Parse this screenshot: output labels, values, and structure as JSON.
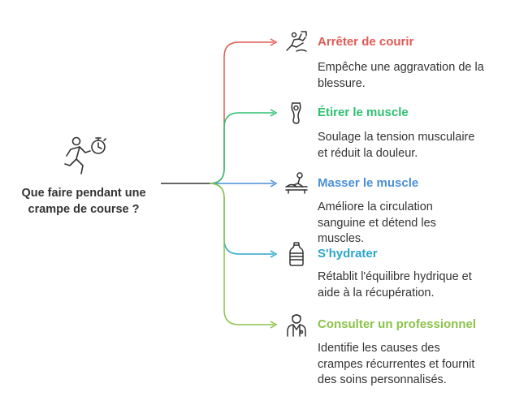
{
  "center": {
    "label_line1": "Que faire pendant une",
    "label_line2": "crampe de course ?",
    "icon": "runner-stopwatch-icon"
  },
  "items": [
    {
      "title": "Arrêter de courir",
      "desc_lines": [
        "Empêche une aggravation de la",
        "blessure."
      ],
      "color": "#E05A56",
      "icon": "stop-running-icon"
    },
    {
      "title": "Étirer le muscle",
      "desc_lines": [
        "Soulage la tension musculaire",
        "et réduit la douleur."
      ],
      "color": "#2FBF71",
      "icon": "stretch-muscle-icon"
    },
    {
      "title": "Masser le muscle",
      "desc_lines": [
        "Améliore la circulation",
        "sanguine et détend les",
        "muscles."
      ],
      "color": "#4A8FD6",
      "icon": "massage-icon"
    },
    {
      "title": "S'hydrater",
      "desc_lines": [
        "Rétablit l'équilibre hydrique et",
        "aide à la récupération."
      ],
      "color": "#2BA6C9",
      "icon": "water-bottle-icon"
    },
    {
      "title": "Consulter un professionnel",
      "desc_lines": [
        "Identifie les causes des",
        "crampes récurrentes et fournit",
        "des soins personnalisés."
      ],
      "color": "#8BC34A",
      "icon": "doctor-icon"
    }
  ]
}
